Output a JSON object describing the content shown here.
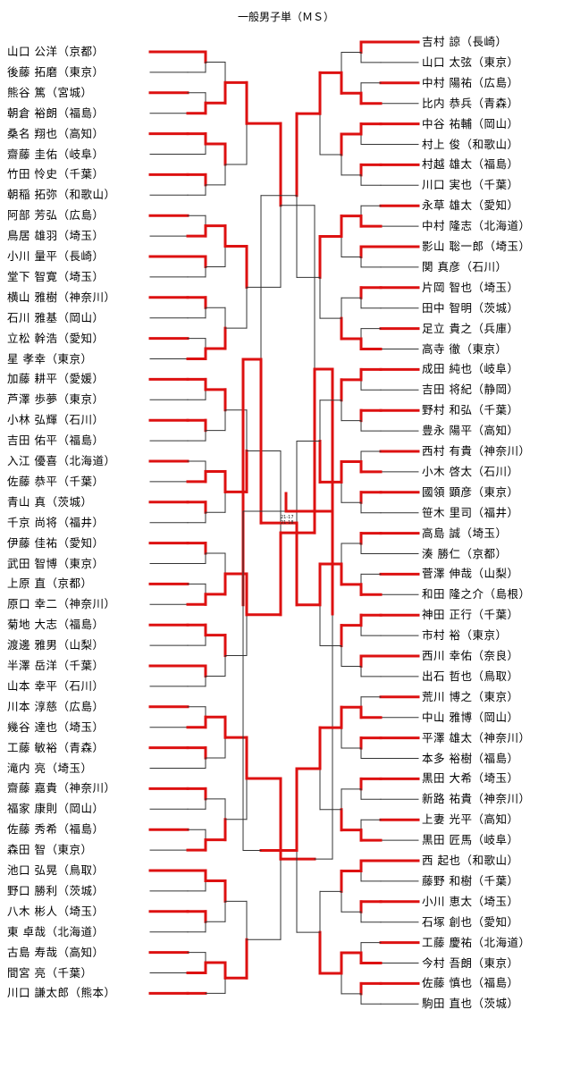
{
  "title": "一般男子単（ＭＳ）",
  "left_players": [
    "山口 公洋（京都）",
    "後藤 拓磨（東京）",
    "熊谷 篤（宮城）",
    "朝倉 裕朗（福島）",
    "桑名 翔也（高知）",
    "齋藤 圭佑（岐阜）",
    "竹田 怜史（千葉）",
    "朝稲 拓弥（和歌山）",
    "阿部 芳弘（広島）",
    "鳥居 雄羽（埼玉）",
    "小川 量平（長崎）",
    "堂下 智寛（埼玉）",
    "横山 雅樹（神奈川）",
    "石川 雅基（岡山）",
    "立松 幹浩（愛知）",
    "星 孝幸（東京）",
    "加藤 耕平（愛媛）",
    "芦澤 歩夢（東京）",
    "小林 弘輝（石川）",
    "吉田 佑平（福島）",
    "入江 優喜（北海道）",
    "佐藤 恭平（千葉）",
    "青山 真（茨城）",
    "千京 尚将（福井）",
    "伊藤 佳祐（愛知）",
    "武田 智博（東京）",
    "上原 直（京都）",
    "原口 幸二（神奈川）",
    "菊地 大志（福島）",
    "渡邊 雅男（山梨）",
    "半澤 岳洋（千葉）",
    "山本 幸平（石川）",
    "川本 淳慈（広島）",
    "幾谷 達也（埼玉）",
    "工藤 敏裕（青森）",
    "滝内 亮（埼玉）",
    "齋藤 嘉貴（神奈川）",
    "福家 康則（岡山）",
    "佐藤 秀希（福島）",
    "森田 智（東京）",
    "池口 弘晃（鳥取）",
    "野口 勝利（茨城）",
    "八木 彬人（埼玉）",
    "東 卓哉（北海道）",
    "古島 寿哉（高知）",
    "間宮 亮（千葉）",
    "川口 謙太郎（熊本）"
  ],
  "right_players": [
    "吉村 諒（長崎）",
    "山口 太弦（東京）",
    "中村 陽祐（広島）",
    "比内 恭兵（青森）",
    "中谷 祐輔（岡山）",
    "村上 俊（和歌山）",
    "村越 雄太（福島）",
    "川口 実也（千葉）",
    "永草 雄太（愛知）",
    "中村 隆志（北海道）",
    "影山 聡一郎（埼玉）",
    "関 真彦（石川）",
    "片岡 智也（埼玉）",
    "田中 智明（茨城）",
    "足立 貴之（兵庫）",
    "高寺 徹（東京）",
    "成田 純也（岐阜）",
    "吉田 将紀（静岡）",
    "野村 和弘（千葉）",
    "豊永 陽平（高知）",
    "西村 有貴（神奈川）",
    "小木 啓太（石川）",
    "國領 顕彦（東京）",
    "笹木 里司（福井）",
    "高島 誠（埼玉）",
    "湊 勝仁（京都）",
    "菅澤 伸哉（山梨）",
    "和田 隆之介（島根）",
    "神田 正行（千葉）",
    "市村 裕（東京）",
    "西川 幸佑（奈良）",
    "出石 哲也（鳥取）",
    "荒川 博之（東京）",
    "中山 雅博（岡山）",
    "平澤 雄太（神奈川）",
    "本多 裕樹（福島）",
    "黒田 大希（埼玉）",
    "新路 祐貴（神奈川）",
    "上妻 光平（高知）",
    "黒田 匠馬（岐阜）",
    "西 起也（和歌山）",
    "藤野 和樹（千葉）",
    "小川 恵太（埼玉）",
    "石塚 創也（愛知）",
    "工藤 慶祐（北海道）",
    "今村 吾朗（東京）",
    "佐藤 慎也（福島）",
    "駒田 直也（茨城）"
  ],
  "final_scores": [
    "21-17",
    "21-18"
  ],
  "colors": {
    "winner": "#dd1111",
    "loser": "#333333"
  }
}
